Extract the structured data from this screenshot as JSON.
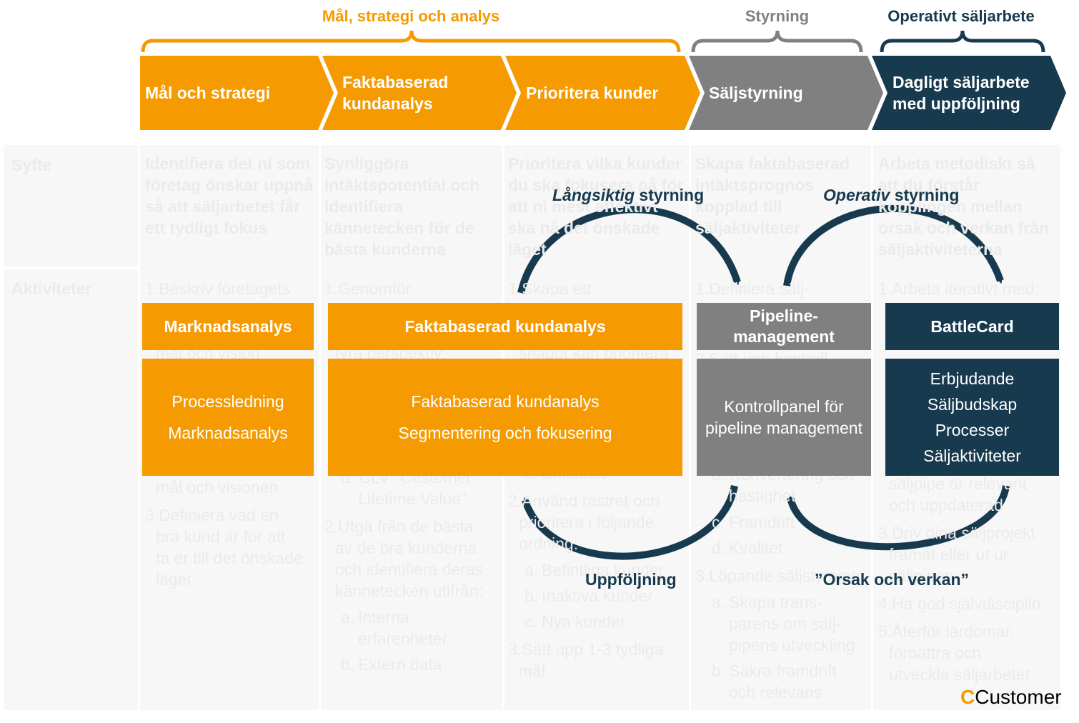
{
  "groups": [
    {
      "label": "Mål, strategi och analys",
      "color": "#f59a00"
    },
    {
      "label": "Styrning",
      "color": "#808080"
    },
    {
      "label": "Operativt säljarbete",
      "color": "#173a4f"
    }
  ],
  "steps": [
    {
      "label": "Mål och strategi",
      "color": "#f59a00"
    },
    {
      "label": "Faktabaserad kundanalys",
      "color": "#f59a00"
    },
    {
      "label": "Prioritera kunder",
      "color": "#f59a00"
    },
    {
      "label": "Säljstyrning",
      "color": "#808080"
    },
    {
      "label": "Dagligt säljarbete med uppföljning",
      "color": "#173a4f"
    }
  ],
  "rows": {
    "syfte": "Syfte",
    "aktiviteter": "Aktiviteter"
  },
  "syfte": [
    "Identifiera det ni som företag önskar uppnå så att säljarbetet får ett tydligt fokus",
    "Synliggöra intäktspotential och identifiera kännetecken för de bästa kunderna",
    "Prioritera vilka kunder du ska fokusera på för att ni mest effektivt ska nå det önskade läget",
    "Skapa faktabaserad intäktsprognos kopplad till säljaktiviteter",
    "Arbeta metodiskt så att du förstår kopplingen mellan orsak och verkan från säljaktiviteterna"
  ],
  "aktiviteter": {
    "col1": {
      "t1": "1.Beskriv företagets",
      "t2": "mål och vision",
      "t3": "mål och visionen",
      "t4": "3.Definiera vad en",
      "t5": "bra kund är för att",
      "t6": "ta er till det önskade",
      "t7": "läget"
    },
    "col2": {
      "t1": "1.Genomför",
      "t2": "fyra perspektiv:",
      "t3": "d. CLV \"Customer",
      "t4": "Lifetime Value\"",
      "t5": "2.Utgå från de bästa",
      "t6": "av de bra kunderna",
      "t7": "och identifiera deras",
      "t8": "kännetecken utifrån:",
      "a_num": "a.",
      "a_text": "Interna",
      "a_text2": "erfarenheter",
      "b_num": "b.",
      "b_text": "Extern data"
    },
    "col3": {
      "t1": "1.Skapa ett",
      "t2": "snabbt kan prioritera",
      "t3": "c. Enkelhet",
      "t4": "2.Använd rastret och",
      "t5": "prioritera i följande",
      "t6": "ordning:",
      "a_num": "a.",
      "a_text": "Befintliga kunder",
      "b_num": "b.",
      "b_text": "Inaktiva kunder",
      "c_num": "c.",
      "c_text": "Nya kunder",
      "t7": "3.Sätt upp 1-3 tydliga",
      "t8": "mål"
    },
    "col4": {
      "t1": "1.Definiera sälj-",
      "t2": "2.Sätt upp kontroll-",
      "t3": "b. Konvertering och",
      "t4": "hastighet",
      "c_num": "c.",
      "c_text": "Framdrift",
      "d_num": "d.",
      "d_text": "Kvalitet",
      "t5": "3.Löpande säljstyrning",
      "a_num": "a.",
      "a_text": "Skapa trans-",
      "a_text2": "parens om sälj-",
      "a_text3": "pipens utveckling",
      "b_num": "b.",
      "b_text": "Säkra framdrift",
      "b_text2": "och relevans"
    },
    "col5": {
      "t1": "1.Arbeta iterativt med:",
      "t2": "säljpipe är relevant",
      "t3": "och uppdaterad",
      "t4": "3.Driv dina säljprojekt",
      "t5": "framåt eller ut ur",
      "t6": "säljpipen",
      "t7": "4.Ha god självdisciplin",
      "t8": "5.Återför lärdomar,",
      "t9": "förbättra och",
      "t10": "utveckla säljarbetet"
    }
  },
  "boxes": {
    "marknadsanalys_head": "Marknadsanalys",
    "marknadsanalys_body": [
      "Processledning",
      "Marknadsanalys"
    ],
    "kundanalys_head": "Faktabaserad kundanalys",
    "kundanalys_body": [
      "Faktabaserad kundanalys",
      "Segmentering och fokusering"
    ],
    "pipeline_head": "Pipeline-management",
    "pipeline_body": "Kontrollpanel för pipeline management",
    "battlecard_head": "BattleCard",
    "battlecard_body": [
      "Erbjudande",
      "Säljbudskap",
      "Processer",
      "Säljaktiviteter"
    ]
  },
  "flows": {
    "langsiktig_em": "Långsiktig",
    "langsiktig_rest": " styrning",
    "operativ_em": "Operativ",
    "operativ_rest": " styrning",
    "uppfoljning": "Uppföljning",
    "orsak": "”Orsak och verkan”"
  },
  "logo": {
    "c": "C",
    "text": "Customer"
  },
  "colors": {
    "orange": "#f59a00",
    "grey": "#808080",
    "navy": "#173a4f",
    "faint": "#ebebeb"
  }
}
